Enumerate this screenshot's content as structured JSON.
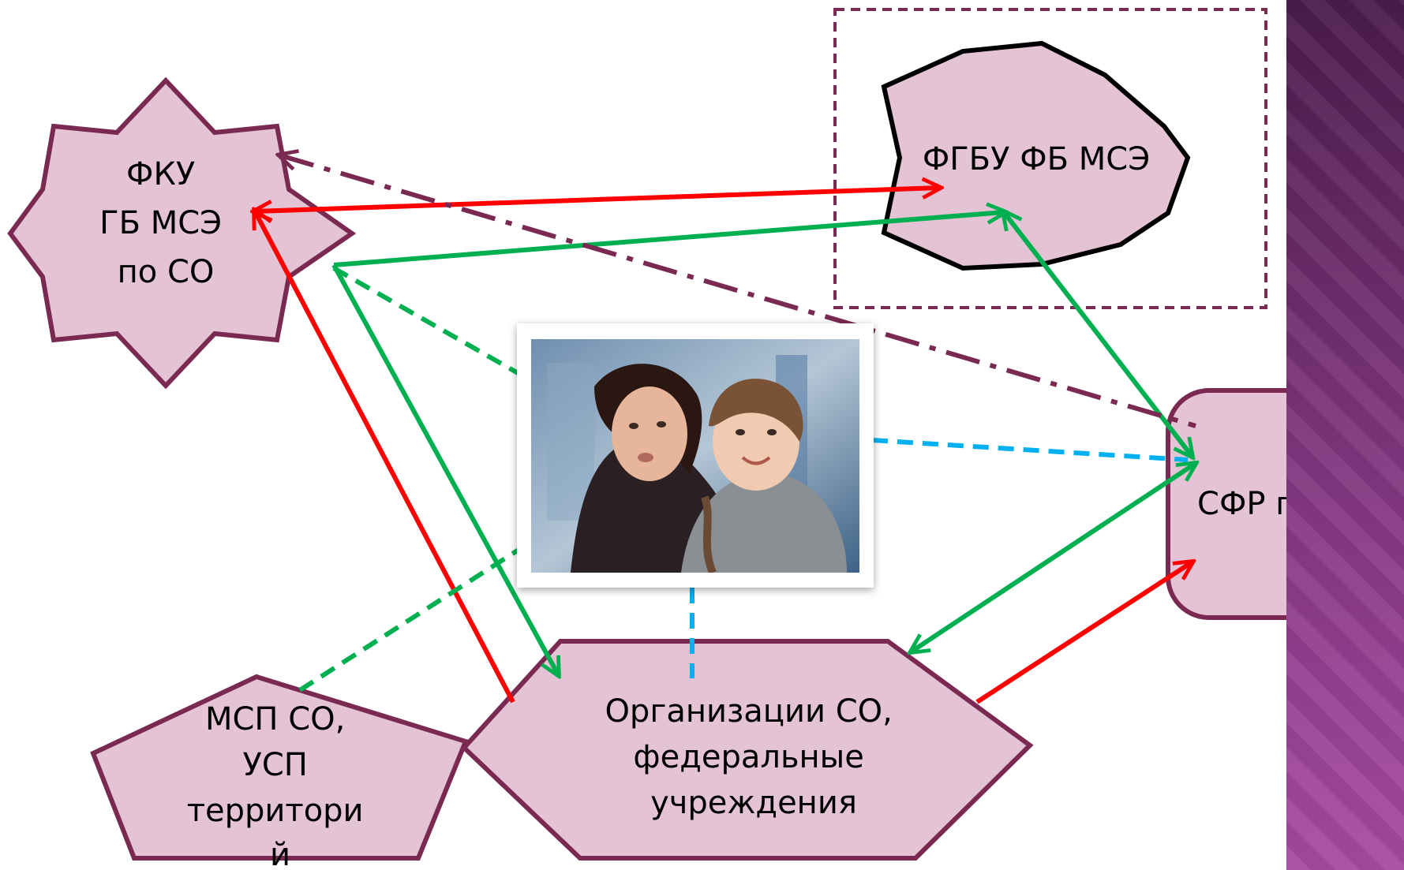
{
  "nodes": {
    "fku": {
      "lines": [
        "ФКУ",
        "ГБ МСЭ",
        "по СО"
      ]
    },
    "fgbu": {
      "lines": [
        "ФГБУ ФБ МСЭ"
      ]
    },
    "sfr": {
      "lines": [
        "СФР по СО"
      ]
    },
    "org": {
      "lines": [
        "Организации СО,",
        "федеральные",
        "учреждения"
      ]
    },
    "msp": {
      "lines": [
        "МСП СО,",
        "УСП",
        "территори",
        "й"
      ]
    }
  },
  "photo": {
    "subject": "woman-and-child-photo"
  },
  "colors": {
    "node_fill": "#e3c3d4",
    "node_border": "#7a2a52",
    "fgbu_border": "#000000",
    "red": "#ff0000",
    "green": "#00b050",
    "blue": "#00b0f0",
    "maroon": "#7a2a52",
    "side_band": "#8a3a86"
  }
}
